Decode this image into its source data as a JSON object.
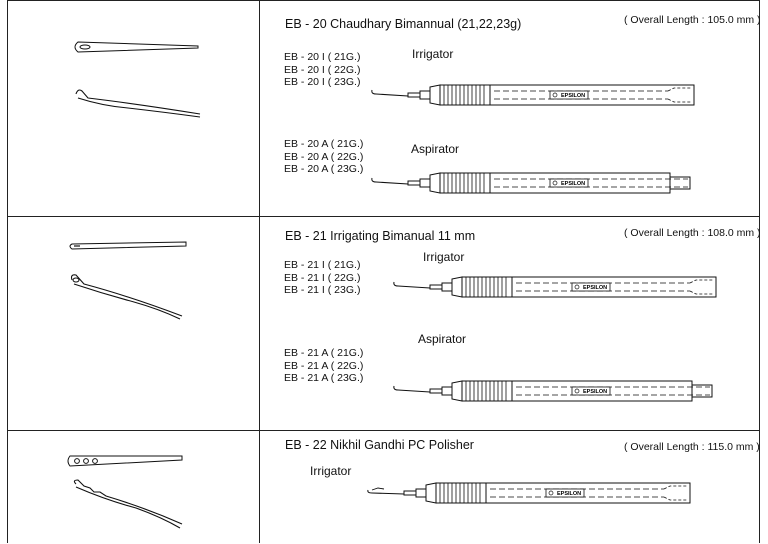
{
  "sections": [
    {
      "title": "EB - 20  Chaudhary Bimannual (21,22,23g)",
      "overall_length": "( Overall Length : 105.0 mm )",
      "groups": [
        {
          "label": "Irrigator",
          "codes": [
            "EB - 20 I ( 21G.)",
            "EB - 20 I ( 22G.)",
            "EB - 20 I ( 23G.)"
          ]
        },
        {
          "label": "Aspirator",
          "codes": [
            "EB - 20 A ( 21G.)",
            "EB - 20 A ( 22G.)",
            "EB - 20 A ( 23G.)"
          ]
        }
      ]
    },
    {
      "title": "EB - 21  Irrigating Bimanual 11 mm",
      "overall_length": "( Overall Length : 108.0 mm )",
      "groups": [
        {
          "label": "Irrigator",
          "codes": [
            "EB - 21 I ( 21G.)",
            "EB - 21 I ( 22G.)",
            "EB - 21 I ( 23G.)"
          ]
        },
        {
          "label": "Aspirator",
          "codes": [
            "EB - 21 A ( 21G.)",
            "EB - 21 A ( 22G.)",
            "EB - 21 A ( 23G.)"
          ]
        }
      ]
    },
    {
      "title": "EB - 22  Nikhil Gandhi PC Polisher",
      "overall_length": "( Overall Length : 115.0 mm )",
      "groups": [
        {
          "label": "Irrigator",
          "codes": []
        }
      ]
    }
  ],
  "brand": "EPSILON"
}
